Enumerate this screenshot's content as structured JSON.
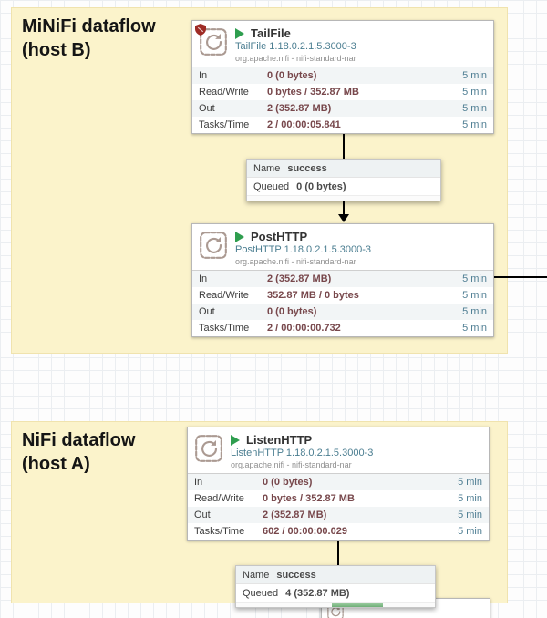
{
  "groups": [
    {
      "title_line1": "MiNiFi dataflow",
      "title_line2": "(host B)"
    },
    {
      "title_line1": "NiFi dataflow",
      "title_line2": "(host A)"
    }
  ],
  "processors": [
    {
      "name": "TailFile",
      "type": "TailFile 1.18.0.2.1.5.3000-3",
      "bundle": "org.apache.nifi - nifi-standard-nar",
      "stats": [
        {
          "label": "In",
          "value": "0 (0 bytes)",
          "window": "5 min"
        },
        {
          "label": "Read/Write",
          "value": "0 bytes / 352.87 MB",
          "window": "5 min"
        },
        {
          "label": "Out",
          "value": "2 (352.87 MB)",
          "window": "5 min"
        },
        {
          "label": "Tasks/Time",
          "value": "2 / 00:00:05.841",
          "window": "5 min"
        }
      ]
    },
    {
      "name": "PostHTTP",
      "type": "PostHTTP 1.18.0.2.1.5.3000-3",
      "bundle": "org.apache.nifi - nifi-standard-nar",
      "stats": [
        {
          "label": "In",
          "value": "2 (352.87 MB)",
          "window": "5 min"
        },
        {
          "label": "Read/Write",
          "value": "352.87 MB / 0 bytes",
          "window": "5 min"
        },
        {
          "label": "Out",
          "value": "0 (0 bytes)",
          "window": "5 min"
        },
        {
          "label": "Tasks/Time",
          "value": "2 / 00:00:00.732",
          "window": "5 min"
        }
      ]
    },
    {
      "name": "ListenHTTP",
      "type": "ListenHTTP 1.18.0.2.1.5.3000-3",
      "bundle": "org.apache.nifi - nifi-standard-nar",
      "stats": [
        {
          "label": "In",
          "value": "0 (0 bytes)",
          "window": "5 min"
        },
        {
          "label": "Read/Write",
          "value": "0 bytes / 352.87 MB",
          "window": "5 min"
        },
        {
          "label": "Out",
          "value": "2 (352.87 MB)",
          "window": "5 min"
        },
        {
          "label": "Tasks/Time",
          "value": "602 / 00:00:00.029",
          "window": "5 min"
        }
      ]
    }
  ],
  "connections": [
    {
      "name_label": "Name",
      "name_value": "success",
      "queued_label": "Queued",
      "queued_value": "0 (0 bytes)"
    },
    {
      "name_label": "Name",
      "name_value": "success",
      "queued_label": "Queued",
      "queued_value": "4 (352.87 MB)"
    }
  ],
  "colors": {
    "type_teal": "#4a7d90",
    "value_maroon": "#77474b",
    "window_blue": "#4f7e93",
    "run_green": "#2f9e4f",
    "restricted_red": "#9e2b25",
    "label_yellow": "#fbf3cb"
  }
}
